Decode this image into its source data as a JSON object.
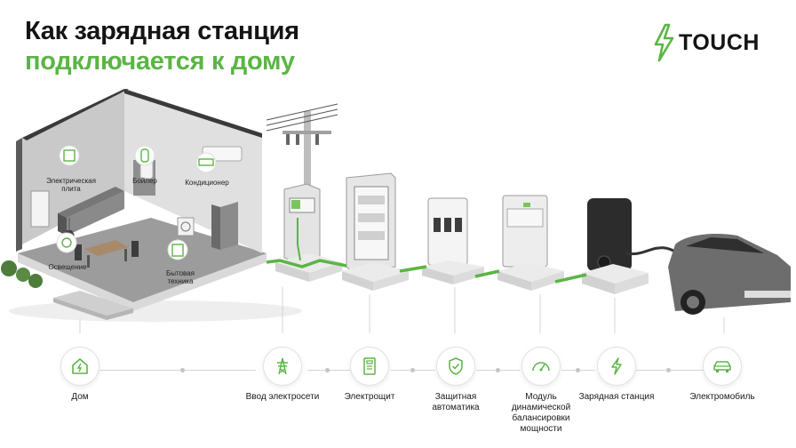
{
  "title": {
    "line1": "Как зарядная станция",
    "line2": "подключается к дому"
  },
  "brand": {
    "name": "TOUCH",
    "color": "#5bb544"
  },
  "house_labels": {
    "stove": "Электрическая плита",
    "boiler": "Бойлер",
    "ac": "Кондиционер",
    "light": "Освещение",
    "appliances": "Бытовая техника"
  },
  "steps": [
    {
      "id": "home",
      "label": "Дом",
      "icon": "house-lightning-icon"
    },
    {
      "id": "grid",
      "label": "Ввод электросети",
      "icon": "power-tower-icon"
    },
    {
      "id": "panel",
      "label": "Электрощит",
      "icon": "electrical-panel-icon"
    },
    {
      "id": "protection",
      "label": "Защитная автоматика",
      "icon": "shield-check-icon"
    },
    {
      "id": "balancing",
      "label": "Модуль динамической балансировки мощности",
      "icon": "gauge-icon"
    },
    {
      "id": "charger",
      "label": "Зарядная станция",
      "icon": "lightning-icon"
    },
    {
      "id": "ev",
      "label": "Электромобиль",
      "icon": "car-icon"
    }
  ],
  "colors": {
    "accent": "#5bb544",
    "text": "#141414",
    "muted": "#c4c4c4"
  }
}
